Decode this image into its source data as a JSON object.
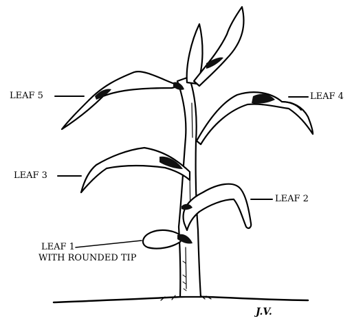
{
  "labels": {
    "leaf5": "LEAF 5",
    "leaf4": "LEAF 4",
    "leaf3": "LEAF 3",
    "leaf2": "LEAF 2",
    "leaf1_line1": "LEAF 1",
    "leaf1_line2": "WITH ROUNDED TIP",
    "signature": "J.V."
  },
  "colors": {
    "ink": "#000000",
    "background": "#ffffff"
  }
}
